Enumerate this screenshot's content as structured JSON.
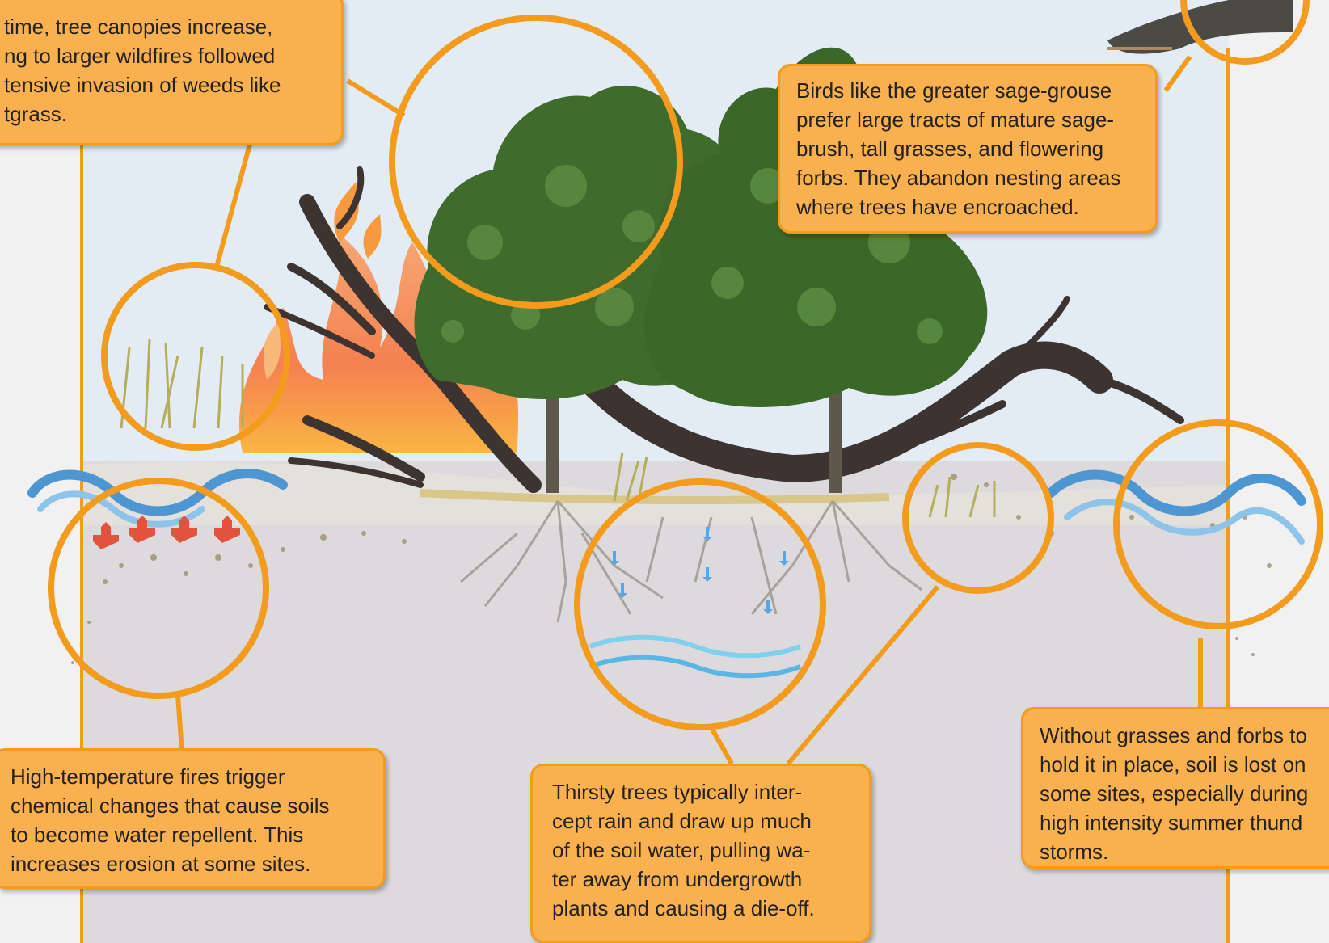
{
  "callouts": {
    "canopy_fire": "time, tree canopies increase,\nng to larger wildfires followed\ntensive invasion of weeds like\ntgrass.",
    "sage_grouse": "Birds like the greater sage-grouse\nprefer large tracts of mature sage-\nbrush, tall grasses, and flowering\nforbs. They abandon nesting areas\nwhere trees have encroached.",
    "water_repellent": "High-temperature fires trigger\nchemical changes that cause soils\nto become water repellent. This\nincreases erosion at some sites.",
    "thirsty_trees": "Thirsty trees typically inter-\ncept rain and draw up much\nof the soil water, pulling wa-\nter away from undergrowth\nplants and causing a die-off.",
    "soil_loss": "Without grasses and forbs to\nhold it in place, soil is lost on\nsome sites, especially during\nhigh intensity summer thund\nstorms."
  },
  "colors": {
    "callout_fill": "#f9b04e",
    "callout_border": "#f29b1c",
    "ring": "#f29b1c",
    "sky": "#e3ecf5",
    "soil": "#dcdadc",
    "tree": "#3f6b2c",
    "fire": "#f5823a",
    "water": "#6ab1dd"
  },
  "icons": [
    "fire-icon",
    "tree-icon",
    "wave-icon",
    "arrow-up-icon",
    "grass-icon",
    "bird-icon",
    "root-icon"
  ]
}
